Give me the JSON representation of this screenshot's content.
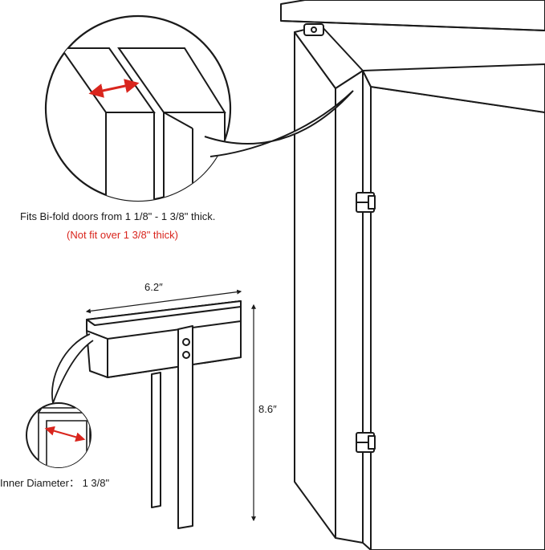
{
  "caption": {
    "fit_text": "Fits Bi-fold doors from 1 1/8\" - 1 3/8\" thick.",
    "warning_text": "(Not fit over 1 3/8\" thick)"
  },
  "dimensions": {
    "width_label": "6.2″",
    "height_label": "8.6″",
    "inner_diameter_label": "Inner Diameter： 1 3/8\""
  },
  "colors": {
    "line": "#1a1a1a",
    "accent_red": "#d9251d",
    "background": "#ffffff"
  }
}
